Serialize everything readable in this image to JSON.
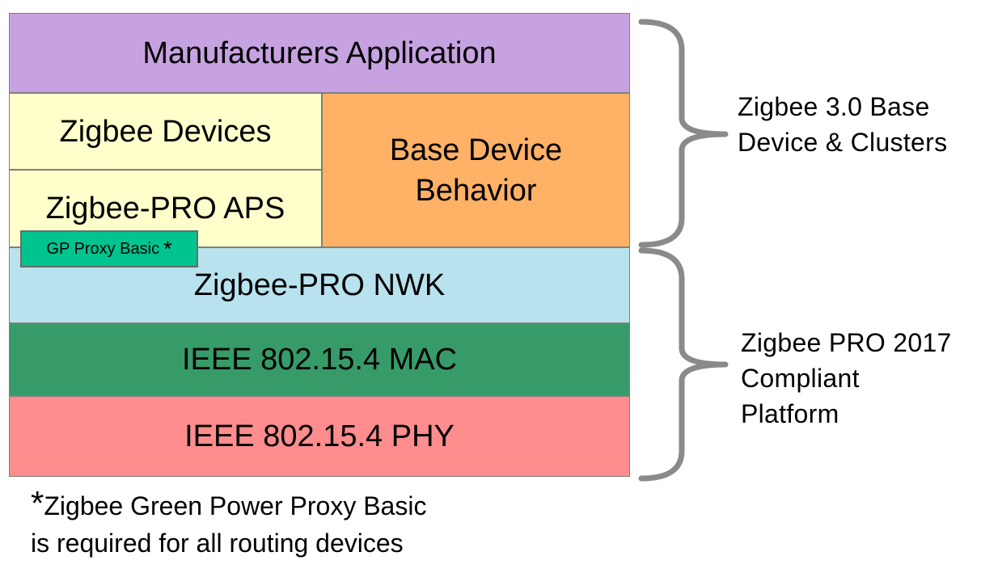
{
  "diagram": {
    "boxes": {
      "manufacturers_application": {
        "label": "Manufacturers Application",
        "color": "#C7A2E1"
      },
      "zigbee_devices": {
        "label": "Zigbee Devices",
        "color": "#FFFFCC"
      },
      "zigbee_pro_aps": {
        "label": "Zigbee-PRO APS",
        "color": "#FFFFCC"
      },
      "base_device_behavior": {
        "label": "Base Device\nBehavior",
        "color": "#FFB166"
      },
      "gp_proxy_basic": {
        "label": "GP Proxy Basic",
        "asterisk": "*",
        "color": "#00C48F"
      },
      "zigbee_pro_nwk": {
        "label": "Zigbee-PRO NWK",
        "color": "#B8E3EE"
      },
      "ieee_802_15_4_mac": {
        "label": "IEEE 802.15.4 MAC",
        "color": "#369B69"
      },
      "ieee_802_15_4_phy": {
        "label": "IEEE 802.15.4 PHY",
        "color": "#FF8D8D"
      }
    },
    "annotations": {
      "zigbee_3_0_base": {
        "label": "Zigbee 3.0 Base\nDevice & Clusters"
      },
      "zigbee_pro_2017": {
        "label": "Zigbee PRO 2017\nCompliant\nPlatform"
      }
    },
    "footnote": {
      "asterisk": "*",
      "text": "Zigbee Green Power Proxy Basic\nis required for all routing devices"
    },
    "colors": {
      "box_border": "#7F7F7F",
      "gp_box_border": "#6B6B6B",
      "brace": "#8A8A8A",
      "text": "#000000",
      "background": "#FFFFFF"
    }
  }
}
